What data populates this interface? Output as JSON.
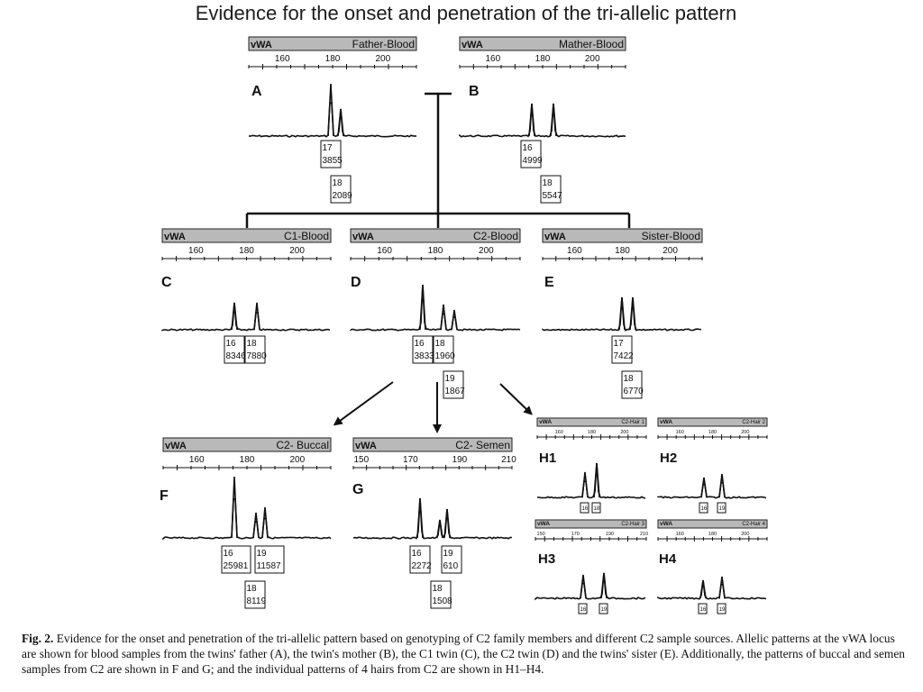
{
  "title": "Evidence for the onset and penetration of the tri-allelic pattern",
  "locus": "vWA",
  "panels": [
    {
      "id": "A",
      "sample": "Father-Blood",
      "ticks": [
        "160",
        "180",
        "200"
      ],
      "alleles": [
        {
          "label": "17",
          "rfu": "3855"
        },
        {
          "label": "18",
          "rfu": "2089"
        }
      ]
    },
    {
      "id": "B",
      "sample": "Mather-Blood",
      "ticks": [
        "160",
        "180",
        "200"
      ],
      "alleles": [
        {
          "label": "16",
          "rfu": "4999"
        },
        {
          "label": "18",
          "rfu": "5547"
        }
      ]
    },
    {
      "id": "C",
      "sample": "C1-Blood",
      "ticks": [
        "160",
        "180",
        "200"
      ],
      "alleles": [
        {
          "label": "16",
          "rfu": "8346"
        },
        {
          "label": "18",
          "rfu": "7880"
        }
      ]
    },
    {
      "id": "D",
      "sample": "C2-Blood",
      "ticks": [
        "160",
        "180",
        "200"
      ],
      "alleles": [
        {
          "label": "16",
          "rfu": "3833"
        },
        {
          "label": "18",
          "rfu": "1960"
        },
        {
          "label": "19",
          "rfu": "1867"
        }
      ]
    },
    {
      "id": "E",
      "sample": "Sister-Blood",
      "ticks": [
        "160",
        "180",
        "200"
      ],
      "alleles": [
        {
          "label": "17",
          "rfu": "7422"
        },
        {
          "label": "18",
          "rfu": "6770"
        }
      ]
    },
    {
      "id": "F",
      "sample": "C2- Buccal",
      "ticks": [
        "160",
        "180",
        "200"
      ],
      "alleles": [
        {
          "label": "16",
          "rfu": "25981"
        },
        {
          "label": "19",
          "rfu": "11587"
        },
        {
          "label": "18",
          "rfu": "8119"
        }
      ]
    },
    {
      "id": "G",
      "sample": "C2- Semen",
      "ticks": [
        "150",
        "170",
        "190",
        "210"
      ],
      "alleles": [
        {
          "label": "16",
          "rfu": "2272"
        },
        {
          "label": "19",
          "rfu": "610"
        },
        {
          "label": "18",
          "rfu": "1508"
        }
      ]
    },
    {
      "id": "H1",
      "sample": "C2-Hair 1",
      "ticks": [
        "160",
        "180",
        "200"
      ],
      "alleles": [
        {
          "label": "16"
        },
        {
          "label": "18"
        }
      ]
    },
    {
      "id": "H2",
      "sample": "C2-Hair 2",
      "ticks": [
        "160",
        "180",
        "200"
      ],
      "alleles": [
        {
          "label": "16"
        },
        {
          "label": "19"
        }
      ]
    },
    {
      "id": "H3",
      "sample": "C2-Hair 3",
      "ticks": [
        "150",
        "170",
        "190",
        "210"
      ],
      "alleles": [
        {
          "label": "16"
        },
        {
          "label": "19"
        }
      ]
    },
    {
      "id": "H4",
      "sample": "C2-Hair 4",
      "ticks": [
        "160",
        "180",
        "200"
      ],
      "alleles": [
        {
          "label": "16"
        },
        {
          "label": "19"
        }
      ]
    }
  ],
  "caption": {
    "lead": "Fig. 2.",
    "text": "Evidence for the onset and penetration of the tri-allelic pattern based on genotyping of C2 family members and different C2 sample sources. Allelic patterns at the vWA locus are shown for blood samples from the twins' father (A), the twin's mother (B), the C1 twin (C), the C2 twin (D) and the twins' sister (E). Additionally, the patterns of buccal and semen samples from C2 are shown in F and G; and the individual patterns of 4 hairs from C2 are shown in H1–H4."
  }
}
